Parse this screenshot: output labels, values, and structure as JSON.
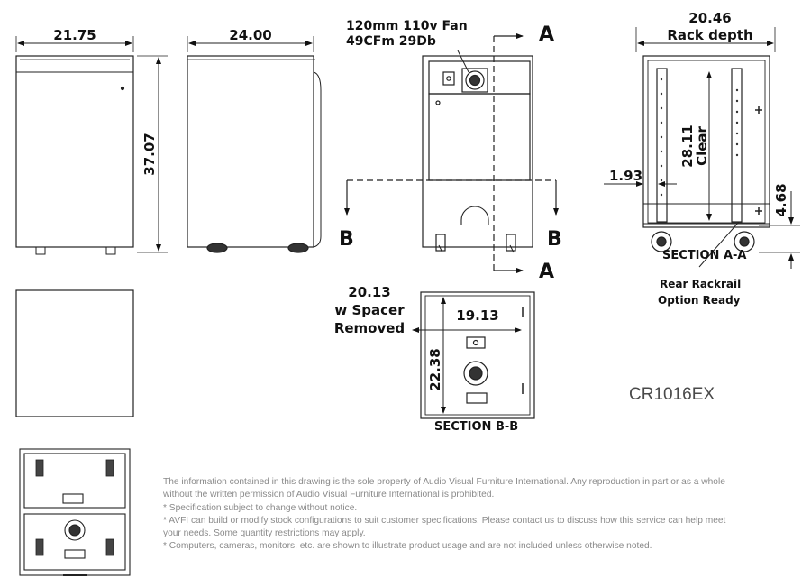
{
  "dimensions": {
    "front_width": "21.75",
    "side_depth": "24.00",
    "height": "37.07",
    "rack_depth_value": "20.46",
    "rack_depth_label": "Rack depth",
    "clear_value": "28.11",
    "clear_label": "Clear",
    "rail_offset": "1.93",
    "caster_height": "4.68",
    "spacer_value": "20.13",
    "spacer_line2": "w Spacer",
    "spacer_line3": "Removed",
    "inner_width": "19.13",
    "inner_height": "22.38"
  },
  "callouts": {
    "fan_line1": "120mm 110v Fan",
    "fan_line2": "49CFm 29Db",
    "section_a_top": "A",
    "section_a_bottom": "A",
    "section_b_left": "B",
    "section_b_right": "B",
    "section_aa": "SECTION A-A",
    "section_bb": "SECTION B-B",
    "rear_rackrail_line1": "Rear Rackrail",
    "rear_rackrail_line2": "Option Ready"
  },
  "model": "CR1016EX",
  "disclaimer": {
    "line1": "The information contained in this drawing is the sole property of Audio Visual Furniture International. Any reproduction in part or as a whole",
    "line2": "without the written permission of Audio Visual Furniture International is prohibited.",
    "line3": "* Specification subject to change without notice.",
    "line4": "* AVFI can build or modify stock configurations to suit customer specifications. Please contact us to discuss how this service can help meet",
    "line5": "your needs. Some quantity restrictions may apply.",
    "line6": "* Computers, cameras, monitors, etc. are shown to illustrate product usage and are not included unless otherwise noted."
  }
}
